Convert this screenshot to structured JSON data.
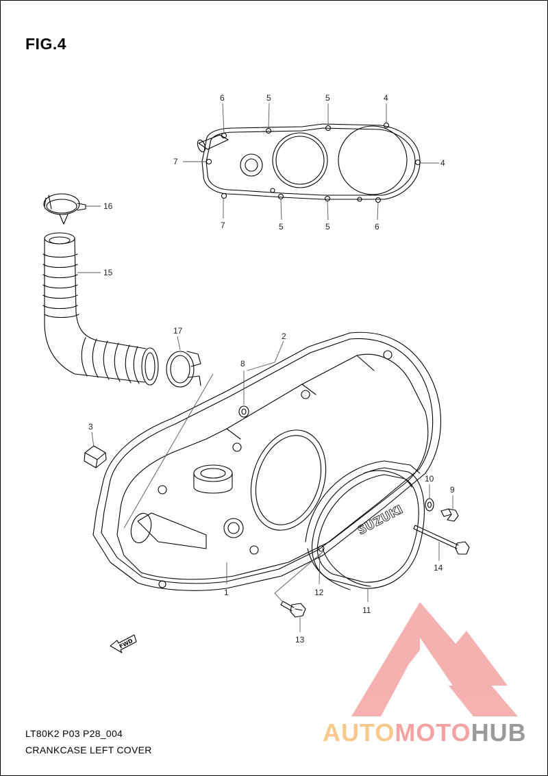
{
  "figure": {
    "title": "FIG.4",
    "code": "LT80K2 P03 P28_004",
    "name": "CRANKCASE LEFT COVER"
  },
  "callouts": {
    "c1": "1",
    "c2": "2",
    "c3": "3",
    "c4a": "4",
    "c4b": "4",
    "c5a": "5",
    "c5b": "5",
    "c5c": "5",
    "c5d": "5",
    "c6a": "6",
    "c6b": "6",
    "c7a": "7",
    "c7b": "7",
    "c8": "8",
    "c9": "9",
    "c10": "10",
    "c11": "11",
    "c12": "12",
    "c13": "13",
    "c14": "14",
    "c15": "15",
    "c16": "16",
    "c17": "17"
  },
  "cover_brand": "SUZUKI",
  "arrow_label": "FWD",
  "watermark": {
    "part1": "AUTO",
    "part2": "MOTO",
    "part3": "HUB",
    "colors": {
      "orange": "#f8c98c",
      "red": "#f4a3a3",
      "gray": "#9a9a9a"
    }
  }
}
